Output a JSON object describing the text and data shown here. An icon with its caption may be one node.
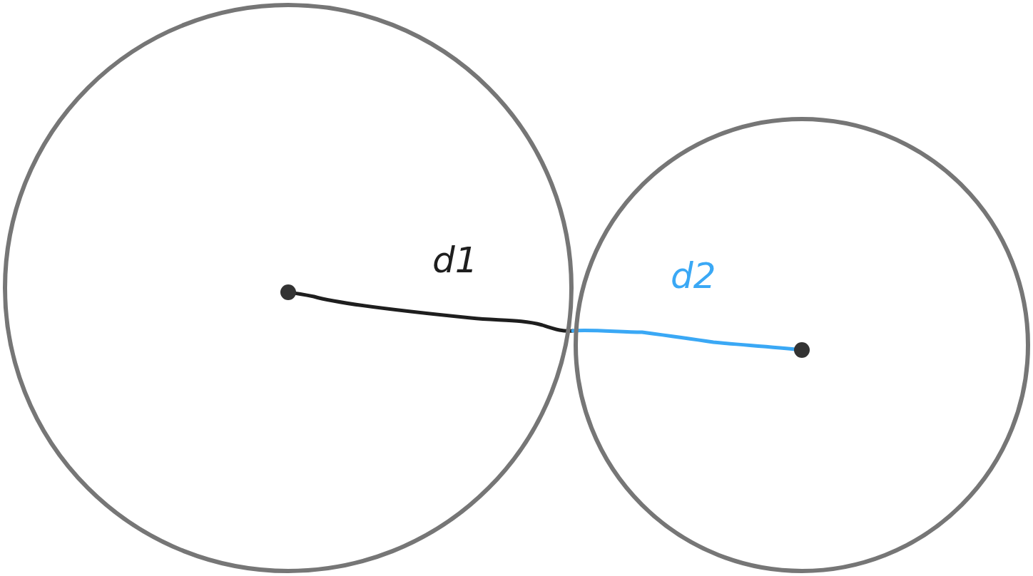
{
  "diagram": {
    "nodes": [
      {
        "text": [],
        "shape": "circle"
      },
      {
        "text": [],
        "shape": "circle"
      }
    ],
    "labels": [
      "d1",
      "d2"
    ]
  }
}
